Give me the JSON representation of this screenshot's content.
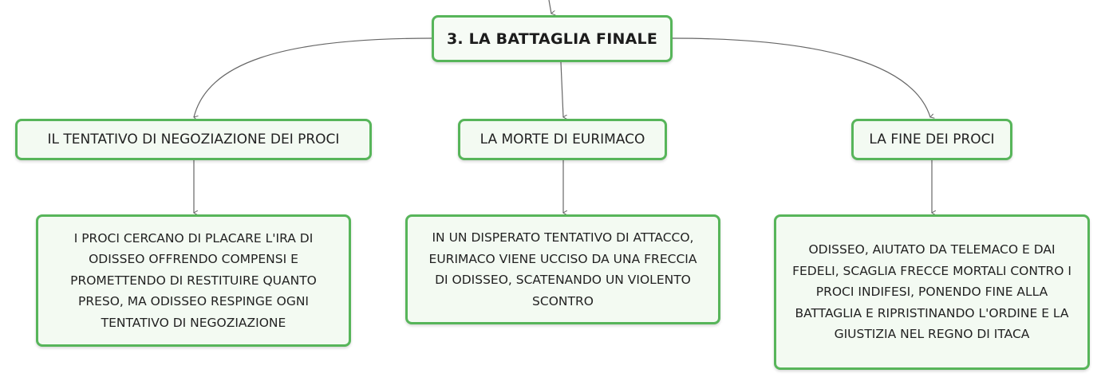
{
  "root": {
    "label": "3. LA BATTAGLIA FINALE"
  },
  "topics": [
    {
      "label": "IL TENTATIVO DI NEGOZIAZIONE DEI PROCI",
      "detail": "I PROCI CERCANO DI PLACARE L'IRA DI\nODISSEO OFFRENDO COMPENSI E\nPROMETTENDO DI RESTITUIRE QUANTO\nPRESO, MA ODISSEO RESPINGE OGNI\nTENTATIVO DI NEGOZIAZIONE"
    },
    {
      "label": "LA MORTE DI EURIMACO",
      "detail": "IN UN DISPERATO TENTATIVO DI ATTACCO,\nEURIMACO VIENE UCCISO DA UNA FRECCIA\nDI ODISSEO, SCATENANDO UN VIOLENTO\nSCONTRO"
    },
    {
      "label": "LA FINE DEI PROCI",
      "detail": "ODISSEO, AIUTATO DA TELEMACO E DAI\nFEDELI, SCAGLIA FRECCE MORTALI CONTRO I\nPROCI INDIFESI, PONENDO FINE ALLA\nBATTAGLIA E RIPRISTINANDO L'ORDINE E LA\nGIUSTIZIA NEL REGNO DI ITACA"
    }
  ],
  "colors": {
    "node_border": "#57b55a",
    "node_fill": "#f3faf2",
    "connector": "#666666"
  }
}
